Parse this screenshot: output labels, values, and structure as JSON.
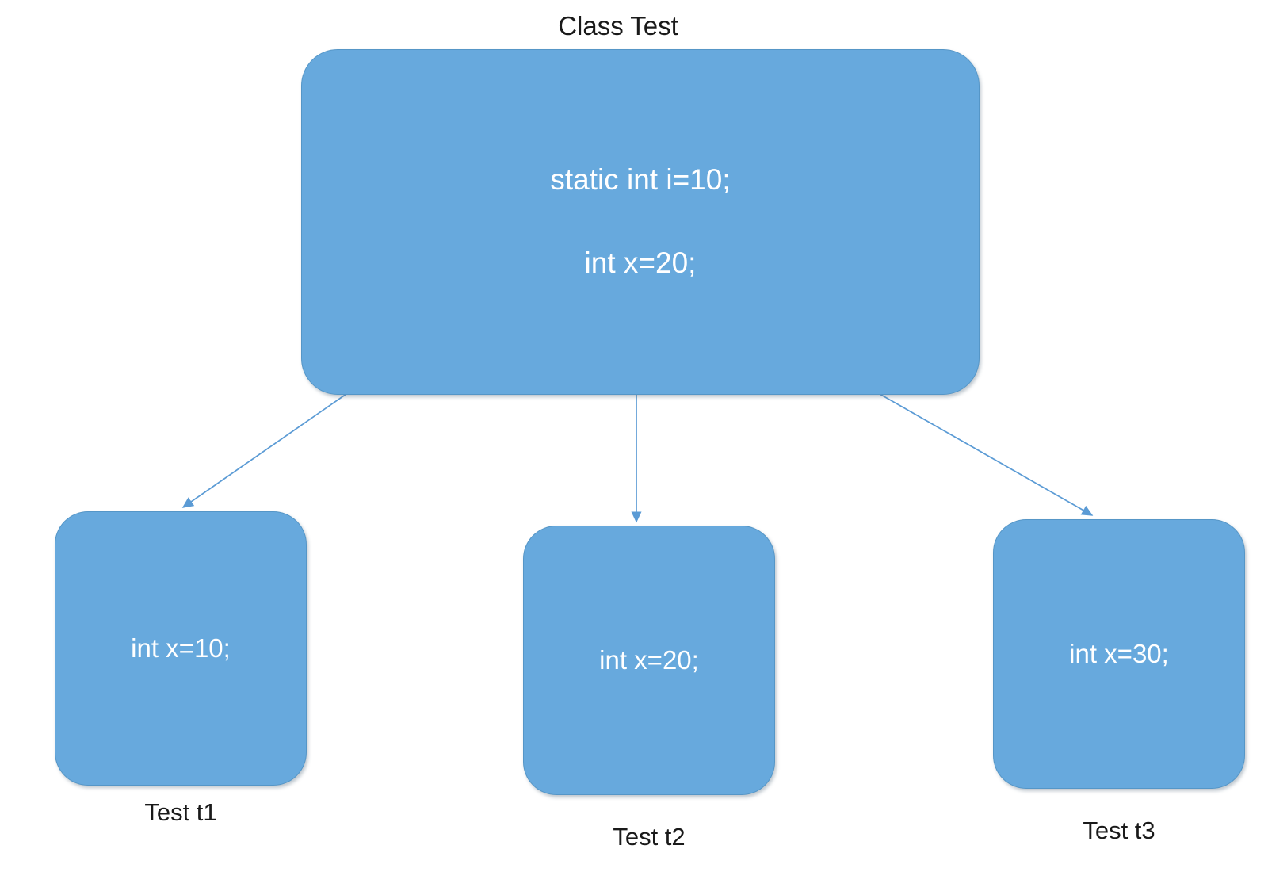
{
  "diagram": {
    "title": "Class Test",
    "background_color": "#ffffff",
    "node_fill_color": "#67A9DD",
    "node_border_color": "#5596c7",
    "node_text_color": "#ffffff",
    "caption_text_color": "#1a1a1a",
    "edge_color": "#5B9BD5"
  },
  "class_node": {
    "label": "Class Test",
    "lines": [
      "static int i=10;",
      "int x=20;"
    ]
  },
  "instances": [
    {
      "id": "t1",
      "field": "int x=10;",
      "caption": "Test t1"
    },
    {
      "id": "t2",
      "field": "int x=20;",
      "caption": "Test t2"
    },
    {
      "id": "t3",
      "field": "int x=30;",
      "caption": "Test t3"
    }
  ],
  "edges": [
    {
      "from": "class-test",
      "to": "t1"
    },
    {
      "from": "class-test",
      "to": "t2"
    },
    {
      "from": "class-test",
      "to": "t3"
    }
  ]
}
